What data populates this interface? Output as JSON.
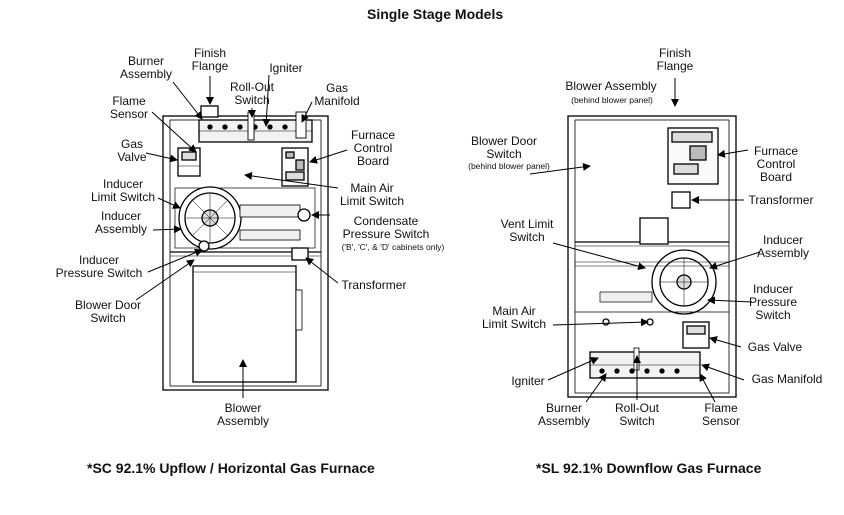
{
  "title": "Single Stage Models",
  "left": {
    "caption": "*SC 92.1% Upflow / Horizontal Gas Furnace",
    "labels": {
      "burner_assembly": "Burner\nAssembly",
      "finish_flange": "Finish\nFlange",
      "rollout_switch": "Roll-Out\nSwitch",
      "igniter": "Igniter",
      "gas_manifold": "Gas\nManifold",
      "flame_sensor": "Flame\nSensor",
      "gas_valve": "Gas\nValve",
      "furnace_control_board": "Furnace\nControl\nBoard",
      "main_air_limit_switch": "Main Air\nLimit Switch",
      "inducer_limit_switch": "Inducer\nLimit Switch",
      "inducer_assembly": "Inducer\nAssembly",
      "condensate_pressure_switch": "Condensate\nPressure Switch",
      "cabinets_note": "('B', 'C', & 'D' cabinets only)",
      "inducer_pressure_switch": "Inducer\nPressure Switch",
      "transformer": "Transformer",
      "blower_door_switch": "Blower Door\nSwitch",
      "blower_assembly": "Blower\nAssembly"
    }
  },
  "right": {
    "caption": "*SL 92.1% Downflow Gas Furnace",
    "labels": {
      "finish_flange": "Finish\nFlange",
      "blower_assembly": "Blower Assembly",
      "blower_assembly_note": "(behind blower panel)",
      "blower_door_switch": "Blower Door\nSwitch",
      "blower_door_note": "(behind blower panel)",
      "furnace_control_board": "Furnace\nControl\nBoard",
      "transformer": "Transformer",
      "vent_limit_switch": "Vent Limit\nSwitch",
      "inducer_assembly": "Inducer\nAssembly",
      "inducer_pressure_switch": "Inducer\nPressure\nSwitch",
      "main_air_limit_switch": "Main Air\nLimit Switch",
      "gas_valve": "Gas Valve",
      "igniter": "Igniter",
      "gas_manifold": "Gas Manifold",
      "burner_assembly": "Burner\nAssembly",
      "rollout_switch": "Roll-Out\nSwitch",
      "flame_sensor": "Flame\nSensor"
    }
  }
}
